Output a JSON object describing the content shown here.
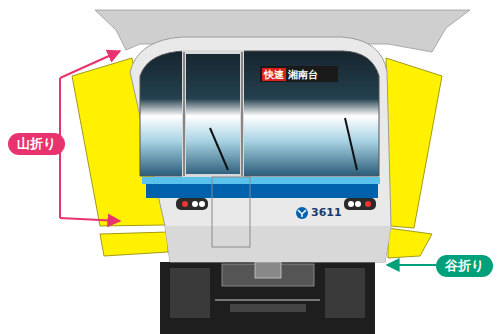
{
  "diagram": {
    "nodes": [
      {
        "text": [
          "山折り"
        ]
      },
      {
        "text": [
          "谷折り"
        ]
      }
    ],
    "labels": [
      "快速",
      "湘南台",
      "3611"
    ]
  }
}
